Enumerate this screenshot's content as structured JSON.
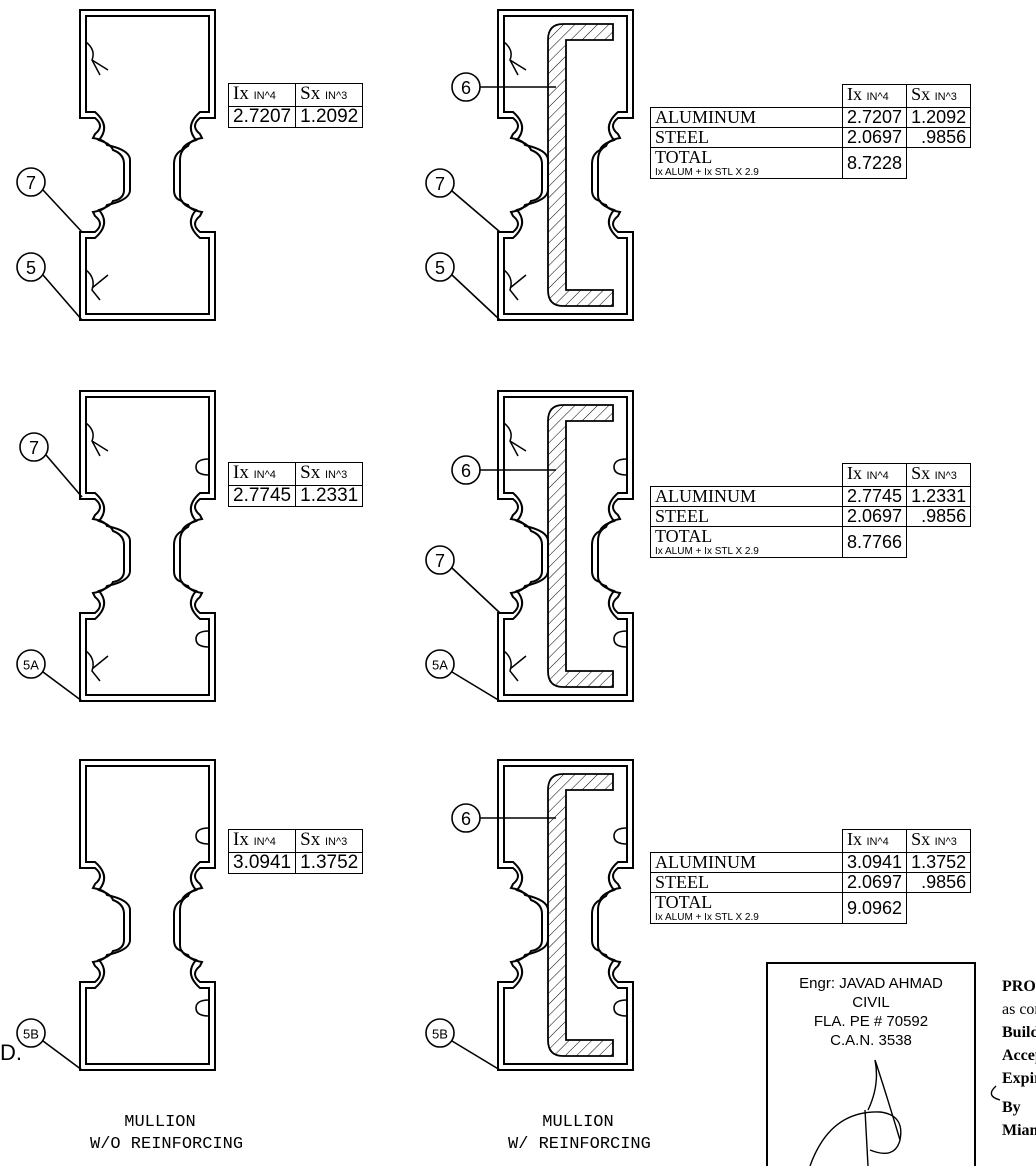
{
  "tables_small": [
    {
      "h1": "Ix",
      "u1": "IN^4",
      "h2": "Sx",
      "u2": "IN^3",
      "v1": "2.7207",
      "v2": "1.2092"
    },
    {
      "h1": "Ix",
      "u1": "IN^4",
      "h2": "Sx",
      "u2": "IN^3",
      "v1": "2.7745",
      "v2": "1.2331"
    },
    {
      "h1": "Ix",
      "u1": "IN^4",
      "h2": "Sx",
      "u2": "IN^3",
      "v1": "3.0941",
      "v2": "1.3752"
    }
  ],
  "tables_large": [
    {
      "aluminum": "ALUMINUM",
      "steel": "STEEL",
      "total": "TOTAL",
      "formula": "Ix ALUM + Ix STL X 2.9",
      "al_ix": "2.7207",
      "al_sx": "1.2092",
      "st_ix": "2.0697",
      "st_sx": ".9856",
      "tot_ix": "8.7228"
    },
    {
      "aluminum": "ALUMINUM",
      "steel": "STEEL",
      "total": "TOTAL",
      "formula": "Ix ALUM + Ix STL X 2.9",
      "al_ix": "2.7745",
      "al_sx": "1.2331",
      "st_ix": "2.0697",
      "st_sx": ".9856",
      "tot_ix": "8.7766"
    },
    {
      "aluminum": "ALUMINUM",
      "steel": "STEEL",
      "total": "TOTAL",
      "formula": "Ix ALUM + Ix STL X 2.9",
      "al_ix": "3.0941",
      "al_sx": "1.3752",
      "st_ix": "2.0697",
      "st_sx": ".9856",
      "tot_ix": "9.0962"
    }
  ],
  "callouts": {
    "c5": "5",
    "c6": "6",
    "c7": "7",
    "c5a": "5A",
    "c5b": "5B"
  },
  "captions": {
    "left_line1": "MULLION",
    "left_line2": "W/O REINFORCING",
    "right_line1": "MULLION",
    "right_line2": "W/ REINFORCING"
  },
  "engineer": {
    "line1": "Engr: JAVAD AHMAD",
    "line2": "CIVIL",
    "line3": "FLA. PE # 70592",
    "line4": "C.A.N. 3538"
  },
  "product_note": {
    "line1": "PRODUC",
    "line2": "as comply",
    "line3": "Building C",
    "line4": "Acceptanc",
    "line5": "Expiration",
    "line6": "By",
    "line7": "Miami Da"
  },
  "edge_text": "D."
}
